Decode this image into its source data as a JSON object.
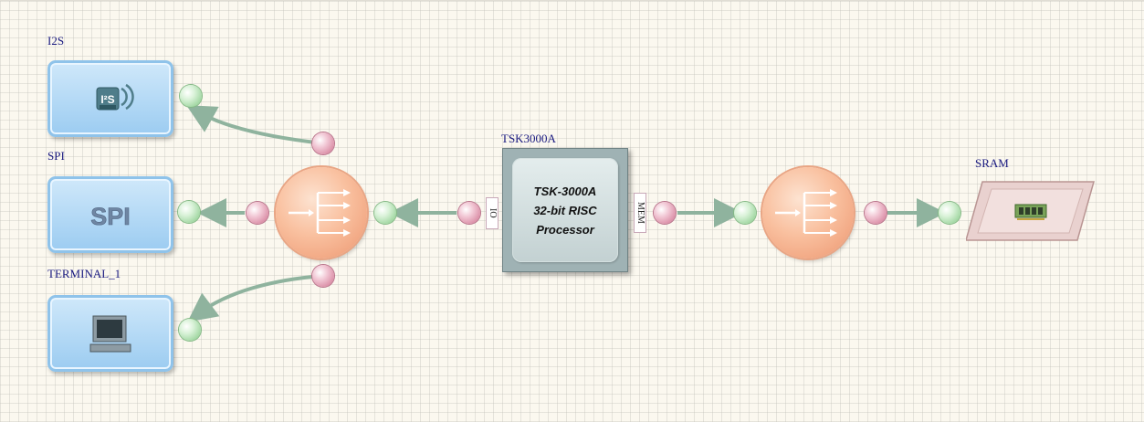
{
  "components": {
    "i2s": {
      "label": "I2S",
      "icon": "i2s-bus-icon"
    },
    "spi": {
      "label": "SPI",
      "icon_text": "SPI"
    },
    "terminal": {
      "label": "TERMINAL_1",
      "icon": "computer-terminal-icon"
    },
    "cpu": {
      "label": "TSK3000A",
      "line1": "TSK-3000A",
      "line2": "32-bit RISC",
      "line3": "Processor",
      "io_port": "IO",
      "mem_port": "MEM"
    },
    "sram": {
      "label": "SRAM",
      "icon": "memory-chip-icon"
    }
  },
  "colors": {
    "wire": "#8fb39e",
    "label_text": "#1a1a80",
    "peripheral_fill": "#a9d3f3",
    "hub_fill": "#f6b592",
    "cpu_fill": "#c8d6d7",
    "sram_fill": "#e9d1cf"
  }
}
